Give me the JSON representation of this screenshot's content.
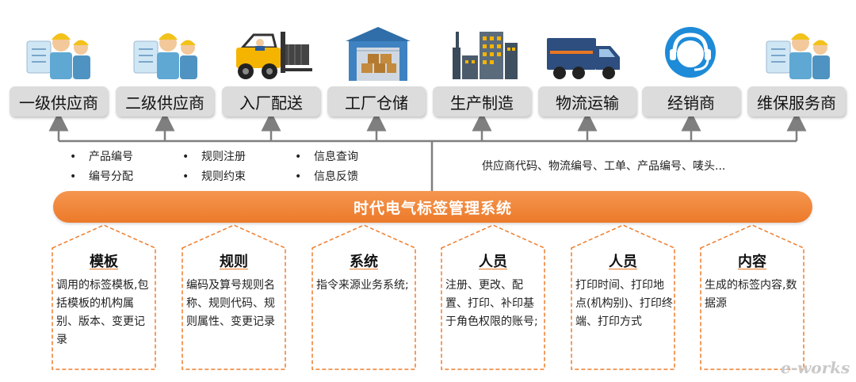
{
  "nodes": [
    {
      "label": "一级供应商",
      "icon": "supplier-workers-icon"
    },
    {
      "label": "二级供应商",
      "icon": "supplier-workers-icon"
    },
    {
      "label": "入厂配送",
      "icon": "forklift-icon"
    },
    {
      "label": "工厂仓储",
      "icon": "warehouse-icon"
    },
    {
      "label": "生产制造",
      "icon": "factory-icon"
    },
    {
      "label": "物流运输",
      "icon": "truck-icon"
    },
    {
      "label": "经销商",
      "icon": "headset-icon"
    },
    {
      "label": "维保服务商",
      "icon": "supplier-workers-icon"
    }
  ],
  "bullets": {
    "group1": [
      "产品编号",
      "编号分配"
    ],
    "group2": [
      "规则注册",
      "规则约束"
    ],
    "group3": [
      "信息查询",
      "信息反馈"
    ]
  },
  "info_text": "供应商代码、物流编号、工单、产品编号、唛头...",
  "banner": "时代电气标签管理系统",
  "categories": [
    {
      "title": "模板",
      "body": "调用的标签模板,包括模板的机构属别、版本、变更记录"
    },
    {
      "title": "规则",
      "body": "编码及算号规则名称、规则代码、规则属性、变更记录"
    },
    {
      "title": "系统",
      "body": "指令来源业务系统;"
    },
    {
      "title": "人员",
      "body": "注册、更改、配置、打印、补印基于角色权限的账号;"
    },
    {
      "title": "人员",
      "body": "打印时间、打印地点(机构别)、打印终端、打印方式"
    },
    {
      "title": "内容",
      "body": "生成的标签内容,数据源"
    }
  ],
  "logo": "e-works",
  "colors": {
    "accent": "#ee7d2e",
    "node_bg": "#dcdcdc",
    "line": "#7f7f7f"
  }
}
